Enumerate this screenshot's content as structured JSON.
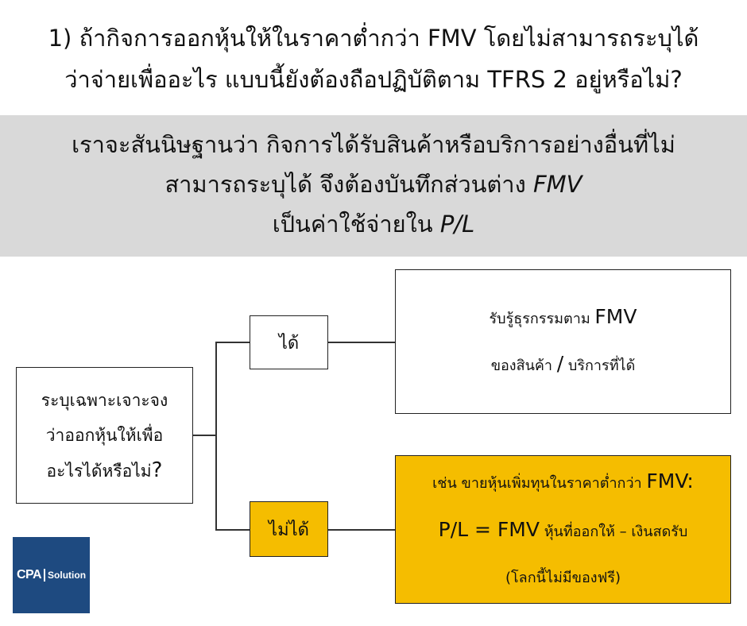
{
  "title": {
    "line1": "1) ถ้ากิจการออกหุ้นให้ในราคาต่ำกว่า FMV โดยไม่สามารถระบุได้",
    "line2": "ว่าจ่ายเพื่ออะไร แบบนี้ยังต้องถือปฏิบัติตาม TFRS 2 อยู่หรือไม่?"
  },
  "answer": {
    "line1": "เราจะสันนิษฐานว่า กิจการได้รับสินค้าหรือบริการอย่างอื่นที่ไม่",
    "line2_text": "สามารถระบุได้ จึงต้องบันทึกส่วนต่าง ",
    "line2_italic": "FMV",
    "line3_text": "เป็นค่าใช้จ่ายใน ",
    "line3_italic": "P/L"
  },
  "diagram": {
    "question": {
      "line1": "ระบุเฉพาะเจาะจง",
      "line2": "ว่าออกหุ้นให้เพื่อ",
      "line3": "อะไรได้หรือไม่",
      "mark": "?"
    },
    "yes_label": "ได้",
    "no_label": "ไม่ได้",
    "yes_result": {
      "line1_text": "รับรู้ธุรกรรมตาม ",
      "line1_big": "FMV",
      "line2_text1": "ของสินค้า ",
      "line2_big": "/",
      "line2_text2": " บริการที่ได้"
    },
    "no_result": {
      "line1_text": "เช่น ขายหุ้นเพิ่มทุนในราคาต่ำกว่า ",
      "line1_big": "FMV:",
      "line2_big": "P/L = FMV",
      "line2_text": " หุ้นที่ออกให้ – เงินสดรับ",
      "line3": "(โลกนี้ไม่มีของฟรี)"
    }
  },
  "logo": {
    "cpa": "CPA",
    "solution": "Solution"
  },
  "colors": {
    "answer_bg": "#d9d9d9",
    "highlight": "#f5bd00",
    "logo_bg": "#1e4a80"
  }
}
